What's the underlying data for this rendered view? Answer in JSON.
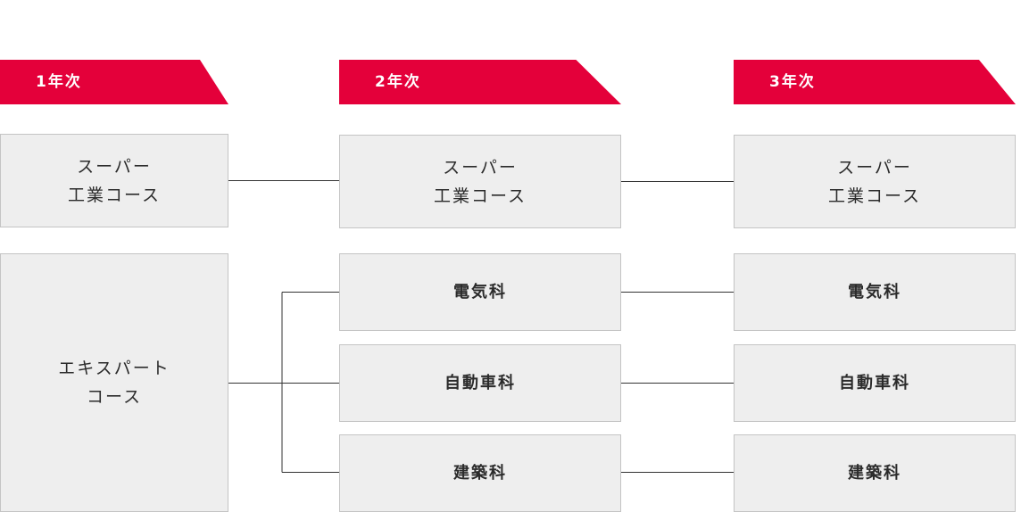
{
  "colors": {
    "banner": "#e4003a",
    "box_fill": "#eeeeee",
    "box_border": "#c4c4c4",
    "connector": "#333333"
  },
  "years": [
    {
      "label": "1年次"
    },
    {
      "label": "2年次"
    },
    {
      "label": "3年次"
    }
  ],
  "year1": {
    "super_course": "スーパー\n工業コース",
    "expert_course": "エキスパート\nコース"
  },
  "year2": {
    "super_course": "スーパー\n工業コース",
    "electrical": "電気科",
    "automotive": "自動車科",
    "architecture": "建築科"
  },
  "year3": {
    "super_course": "スーパー\n工業コース",
    "electrical": "電気科",
    "automotive": "自動車科",
    "architecture": "建築科"
  }
}
